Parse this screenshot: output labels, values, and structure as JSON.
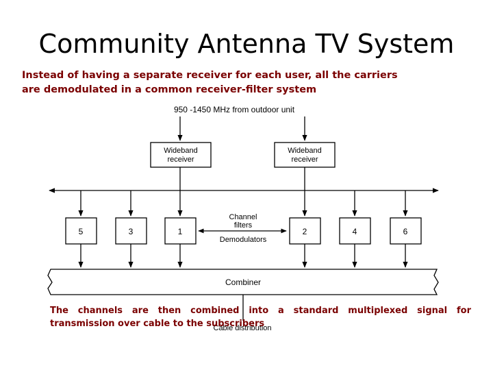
{
  "title": "Community Antenna TV System",
  "intro": "Instead of having a separate receiver for each user, all  the carriers are demodulated in a common receiver-filter system",
  "note": "The channels are then combined into a standard multiplexed signal for transmission over cable to the subscribers",
  "diagram": {
    "input_label": "950 -1450 MHz from outdoor unit",
    "receiver_left": [
      "Wideband",
      "receiver"
    ],
    "receiver_right": [
      "Wideband",
      "receiver"
    ],
    "channel_filters": [
      "Channel",
      "filters"
    ],
    "demodulators": "Demodulators",
    "combiner": "Combiner",
    "cable_distribution": "Cable distribution",
    "channels_left": [
      "5",
      "3",
      "1"
    ],
    "channels_right": [
      "2",
      "4",
      "6"
    ]
  }
}
